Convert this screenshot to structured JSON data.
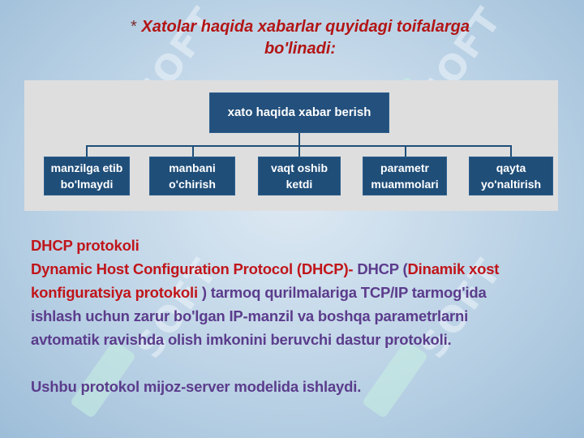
{
  "title": {
    "star": "*",
    "line1": "Xatolar haqida xabarlar quyidagi toifalarga",
    "line2": "bo'linadi:"
  },
  "diagram": {
    "root": "xato haqida xabar berish",
    "children": [
      {
        "line1": "manzilga etib",
        "line2": "bo'lmaydi"
      },
      {
        "line1": "manbani",
        "line2": "o'chirish"
      },
      {
        "line1": "vaqt oshib",
        "line2": "ketdi"
      },
      {
        "line1": "parametr",
        "line2": "muammolari"
      },
      {
        "line1": "qayta",
        "line2": "yo'naltirish"
      }
    ]
  },
  "text": {
    "heading": "DHCP protokoli",
    "def_term": "Dynamic Host Configuration Protocol (DHCP)-",
    "def_abbr": " DHCP (",
    "def_uz_1": "Dinamik xost",
    "def_uz_2": "konfiguratsiya protokoli",
    "def_rest_1": " ) tarmoq qurilmalariga TCP/IP tarmog'ida",
    "def_rest_2": "ishlash uchun zarur bo'lgan IP-manzil va boshqa parametrlarni",
    "def_rest_3": "avtomatik ravishda olish imkonini beruvchi dastur protokoli.",
    "model": "Ushbu protokol mijoz-server modelida ishlaydi."
  },
  "colors": {
    "title": "#b31515",
    "node": "#1f4e79",
    "red_text": "#c0151a",
    "purple_text": "#5b3c8c"
  }
}
